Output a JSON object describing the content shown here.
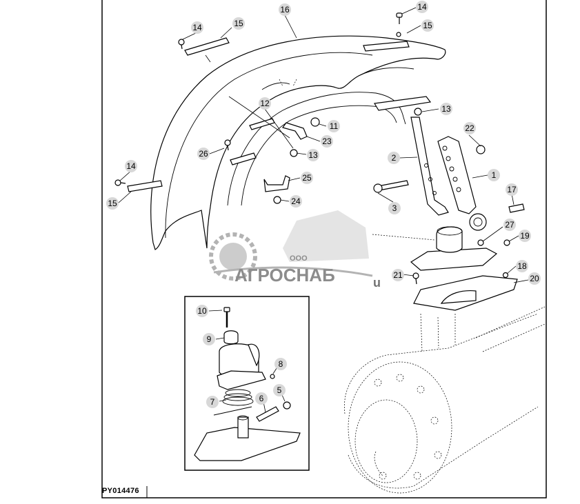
{
  "figure_code": "PY014476",
  "watermark": {
    "company_prefix": "ООО",
    "company_name": "АГРОСНАБ",
    "suffix": "u"
  },
  "callouts": [
    {
      "id": "c14a",
      "label": "14"
    },
    {
      "id": "c15a",
      "label": "15"
    },
    {
      "id": "c16",
      "label": "16"
    },
    {
      "id": "c14b",
      "label": "14"
    },
    {
      "id": "c15b",
      "label": "15"
    },
    {
      "id": "c12",
      "label": "12"
    },
    {
      "id": "c11",
      "label": "11"
    },
    {
      "id": "c13a",
      "label": "13"
    },
    {
      "id": "c23",
      "label": "23"
    },
    {
      "id": "c26",
      "label": "26"
    },
    {
      "id": "c13b",
      "label": "13"
    },
    {
      "id": "c25",
      "label": "25"
    },
    {
      "id": "c24",
      "label": "24"
    },
    {
      "id": "c14c",
      "label": "14"
    },
    {
      "id": "c15c",
      "label": "15"
    },
    {
      "id": "c22",
      "label": "22"
    },
    {
      "id": "c2",
      "label": "2"
    },
    {
      "id": "c1",
      "label": "1"
    },
    {
      "id": "c3",
      "label": "3"
    },
    {
      "id": "c17",
      "label": "17"
    },
    {
      "id": "c27",
      "label": "27"
    },
    {
      "id": "c19",
      "label": "19"
    },
    {
      "id": "c18",
      "label": "18"
    },
    {
      "id": "c21",
      "label": "21"
    },
    {
      "id": "c20",
      "label": "20"
    },
    {
      "id": "c10",
      "label": "10"
    },
    {
      "id": "c9",
      "label": "9"
    },
    {
      "id": "c8",
      "label": "8"
    },
    {
      "id": "c7",
      "label": "7"
    },
    {
      "id": "c6",
      "label": "6"
    },
    {
      "id": "c5",
      "label": "5"
    }
  ]
}
